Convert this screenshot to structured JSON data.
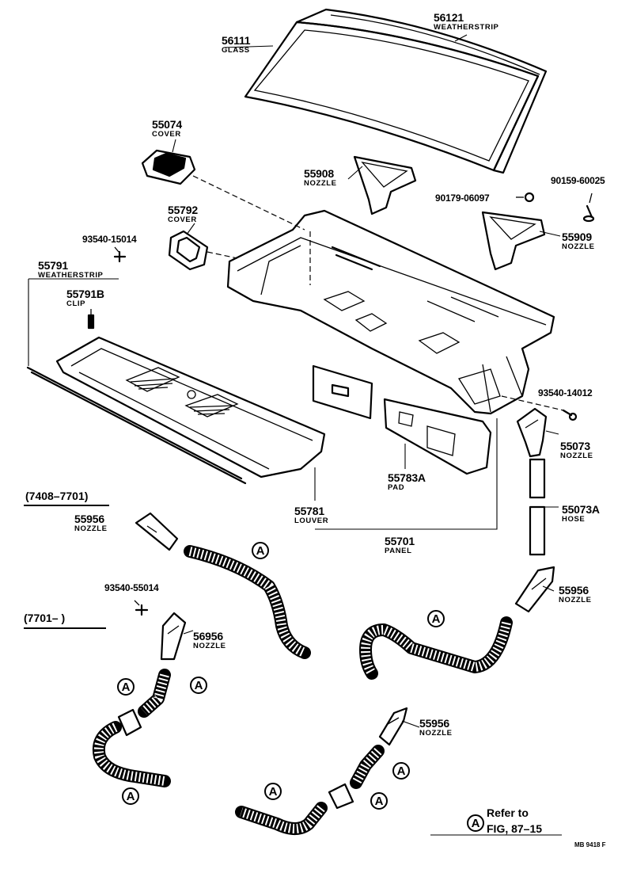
{
  "labels": {
    "glass": {
      "number": "56111",
      "name": "GLASS"
    },
    "weatherstrip_glass": {
      "number": "56121",
      "name": "WEATHERSTRIP"
    },
    "cover_55074": {
      "number": "55074",
      "name": "COVER"
    },
    "nozzle_55908": {
      "number": "55908",
      "name": "NOZZLE"
    },
    "bolt_90159": {
      "number": "90159-60025",
      "name": ""
    },
    "nut_90179": {
      "number": "90179-06097",
      "name": ""
    },
    "cover_55792": {
      "number": "55792",
      "name": "COVER"
    },
    "nozzle_55909": {
      "number": "55909",
      "name": "NOZZLE"
    },
    "screw_93540_15014": {
      "number": "93540-15014",
      "name": ""
    },
    "weatherstrip_55791": {
      "number": "55791",
      "name": "WEATHERSTRIP"
    },
    "clip_55791b": {
      "number": "55791B",
      "name": "CLIP"
    },
    "screw_93540_14012": {
      "number": "93540-14012",
      "name": ""
    },
    "nozzle_55073": {
      "number": "55073",
      "name": "NOZZLE"
    },
    "pad_55783a": {
      "number": "55783A",
      "name": "PAD"
    },
    "hose_55073a": {
      "number": "55073A",
      "name": "HOSE"
    },
    "louver_55781": {
      "number": "55781",
      "name": "LOUVER"
    },
    "panel_55701": {
      "number": "55701",
      "name": "PANEL"
    },
    "nozzle_55956_a": {
      "number": "55956",
      "name": "NOZZLE"
    },
    "nozzle_55956_b": {
      "number": "55956",
      "name": "NOZZLE"
    },
    "screw_93540_55014": {
      "number": "93540-55014",
      "name": ""
    },
    "nozzle_56956": {
      "number": "56956",
      "name": "NOZZLE"
    },
    "nozzle_55956_c": {
      "number": "55956",
      "name": "NOZZLE"
    }
  },
  "periods": {
    "first": "(7408–7701)",
    "second": "(7701–        )"
  },
  "reference_marker": "A",
  "note": {
    "line1": "Refer to",
    "line2": "FIG, 87–15"
  },
  "drawing_code": "MB 9418 F"
}
